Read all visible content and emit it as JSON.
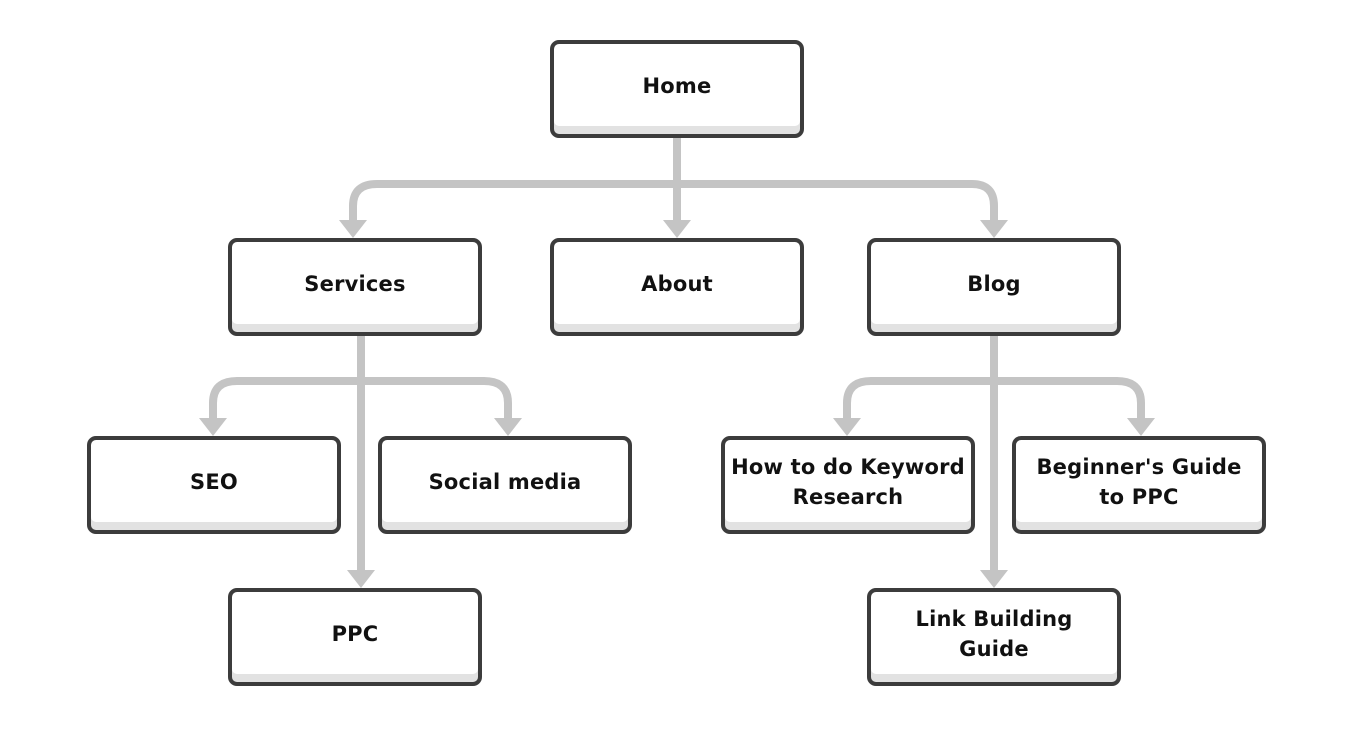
{
  "diagram": {
    "connector_color": "#c4c4c4",
    "node_border_color": "#3c3c3c",
    "nodes": {
      "home": "Home",
      "services": "Services",
      "about": "About",
      "blog": "Blog",
      "seo": "SEO",
      "social_media": "Social media",
      "ppc": "PPC",
      "keyword_research": "How to do Keyword Research",
      "beginners_guide_ppc": "Beginner's Guide to PPC",
      "link_building": "Link Building Guide"
    },
    "edges": [
      [
        "home",
        "services"
      ],
      [
        "home",
        "about"
      ],
      [
        "home",
        "blog"
      ],
      [
        "services",
        "seo"
      ],
      [
        "services",
        "social_media"
      ],
      [
        "services",
        "ppc"
      ],
      [
        "blog",
        "keyword_research"
      ],
      [
        "blog",
        "beginners_guide_ppc"
      ],
      [
        "blog",
        "link_building"
      ]
    ]
  }
}
